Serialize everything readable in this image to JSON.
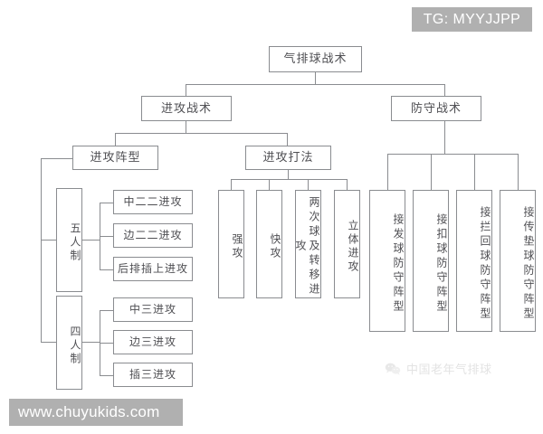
{
  "overlays": {
    "tg_banner": "TG: MYYJJPP",
    "url_banner": "www.chuyukids.com",
    "brand_watermark": "中国老年气排球",
    "brand_icon": "wechat-logo-icon"
  },
  "diagram": {
    "title": "气排球战术",
    "root": "气排球战术",
    "level1": {
      "offense": "进攻战术",
      "defense": "防守战术"
    },
    "level2": {
      "offense_formation": "进攻阵型",
      "offense_play": "进攻打法"
    },
    "formation_groups": [
      {
        "label": "五人制",
        "items": [
          "中二二进攻",
          "边二二进攻",
          "后排插上进攻"
        ]
      },
      {
        "label": "四人制",
        "items": [
          "中三进攻",
          "边三进攻",
          "插三进攻"
        ]
      }
    ],
    "offense_play_items": [
      "强攻",
      "快攻",
      "两次球及转移进攻",
      "立体进攻"
    ],
    "defense_items": [
      "接发球防守阵型",
      "接扣球防守阵型",
      "接拦回球防守阵型",
      "接传垫球防守阵型"
    ],
    "colors": {
      "stroke": "#8a8c90",
      "text": "#4f4f53",
      "background": "#ffffff",
      "banner": "#b0b0b0",
      "watermark": "#e3e3e3"
    }
  }
}
